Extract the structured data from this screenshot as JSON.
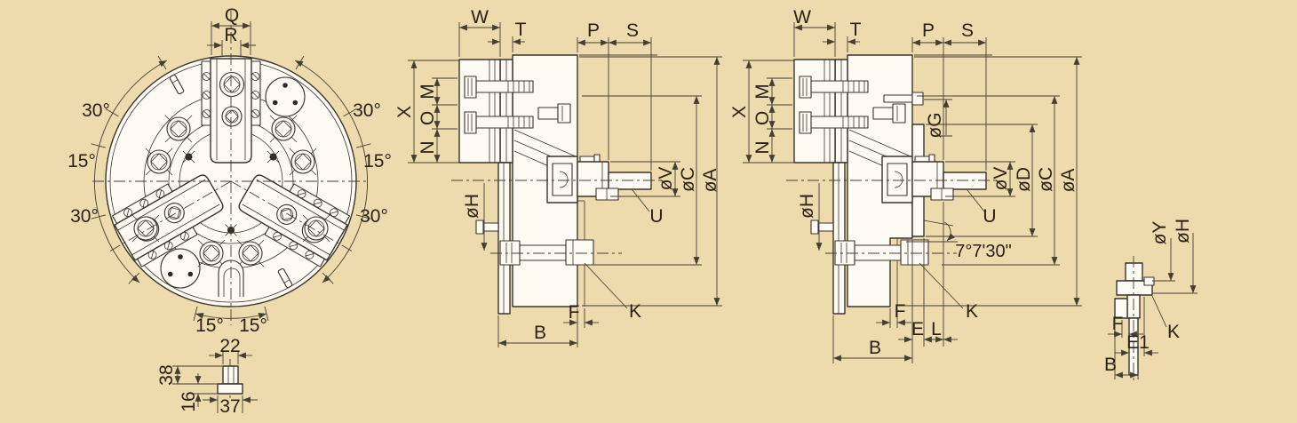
{
  "palette": {
    "background": "#eddbad",
    "line": "#3a342b",
    "part_fill": "#fcfaf3",
    "text": "#2a2114"
  },
  "front": {
    "q": "Q",
    "r": "R",
    "angle_upper_left": "30°",
    "angle_mid_left": "15°",
    "angle_lower_left": "30°",
    "angle_upper_right": "30°",
    "angle_mid_right": "15°",
    "angle_lower_right": "30°",
    "angle_bottom_left": "15°",
    "angle_bottom_right": "15°"
  },
  "jaw": {
    "top_width": "22",
    "upper_height": "38",
    "lower_height": "16",
    "bottom_width": "37"
  },
  "sa": {
    "w": "W",
    "t": "T",
    "p": "P",
    "s": "S",
    "x": "X",
    "m": "M",
    "o": "O",
    "n": "N",
    "h": "øH",
    "v": "øV",
    "c": "øC",
    "a": "øA",
    "u": "U",
    "k": "K",
    "f": "F",
    "b": "B"
  },
  "sb": {
    "w": "W",
    "t": "T",
    "p": "P",
    "s": "S",
    "x": "X",
    "m": "M",
    "o": "O",
    "n": "N",
    "h": "øH",
    "g": "øG",
    "v": "øV",
    "d": "øD",
    "c": "øC",
    "a": "øA",
    "u": "U",
    "k": "K",
    "angle": "7°7'30\"",
    "f": "F",
    "e": "E",
    "l": "L",
    "b": "B"
  },
  "dv": {
    "y": "øY",
    "h": "øH",
    "k": "K",
    "f": "F",
    "e1": "E1",
    "b": "B"
  }
}
